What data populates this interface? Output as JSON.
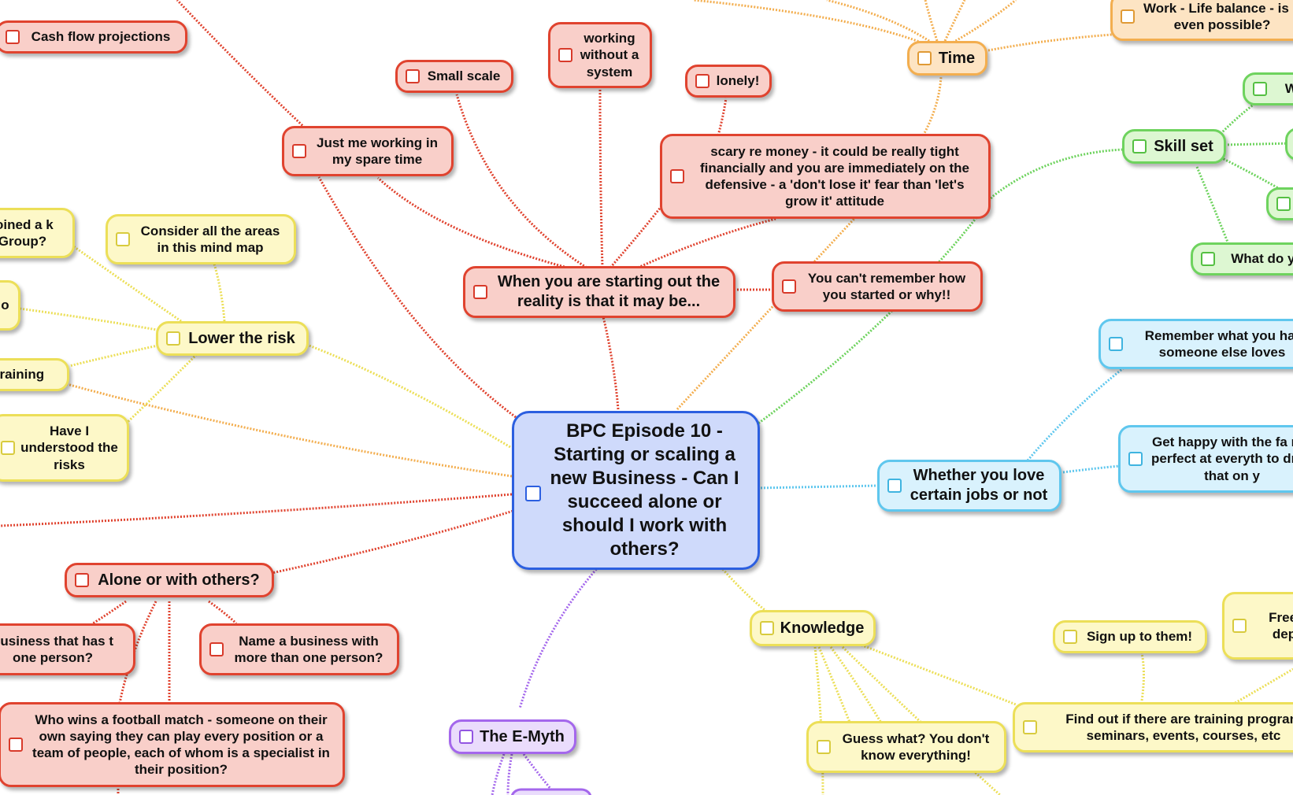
{
  "colors": {
    "red": "#e0432f",
    "orange": "#f3ae4f",
    "yellow": "#ecdf58",
    "green": "#6ed35e",
    "cyan": "#5fc7ee",
    "purple": "#a467ec",
    "blue": "#2c5fe0"
  },
  "map": {
    "center": "BPC Episode 10 - Starting or scaling a new Business - Can I succeed alone or should I work with others?",
    "cash_flow": "Cash flow projections",
    "small_scale": "Small scale",
    "working_without_system": "working without a system",
    "lonely": "lonely!",
    "just_me": "Just me working in my spare time",
    "scary_money": "scary re money - it could be really tight financially and you are immediately on the defensive - a 'don't lose it' fear than 'let's grow it' attitude",
    "starting_out": "When you are starting out the reality is that it may be...",
    "cant_remember": "You can't remember how you started or why!!",
    "time": "Time",
    "work_life": "Work - Life balance - is it even possible?",
    "skill_set": "Skill set",
    "skill_top": "Wh",
    "what_do_you": "What do yo",
    "joined_group": "joined a k Group?",
    "consider_areas": "Consider all the areas in this mind map",
    "of_partial": "of o",
    "lower_risk": "Lower the risk",
    "training": "training",
    "understood_risks": "Have I understood the risks",
    "remember_hate": "Remember what you hat someone else loves",
    "get_happy": "Get happy with the fa not perfect at everyth to drop that on y",
    "love_jobs": "Whether you love certain jobs or not",
    "alone_others": "Alone or with others?",
    "business_one": "business that has t one person?",
    "name_business": "Name a business with more than one person?",
    "football": "Who wins a football match - someone on their own saying they can play every position or a team of people, each of whom is a specialist in their position?",
    "emyth": "The E-Myth",
    "knowledge": "Knowledge",
    "sign_up": "Sign up to them!",
    "free_in": "Free in depth",
    "training_programs": "Find out if there are training program seminars, events, courses, etc",
    "guess_what": "Guess what? You don't know everything!"
  }
}
